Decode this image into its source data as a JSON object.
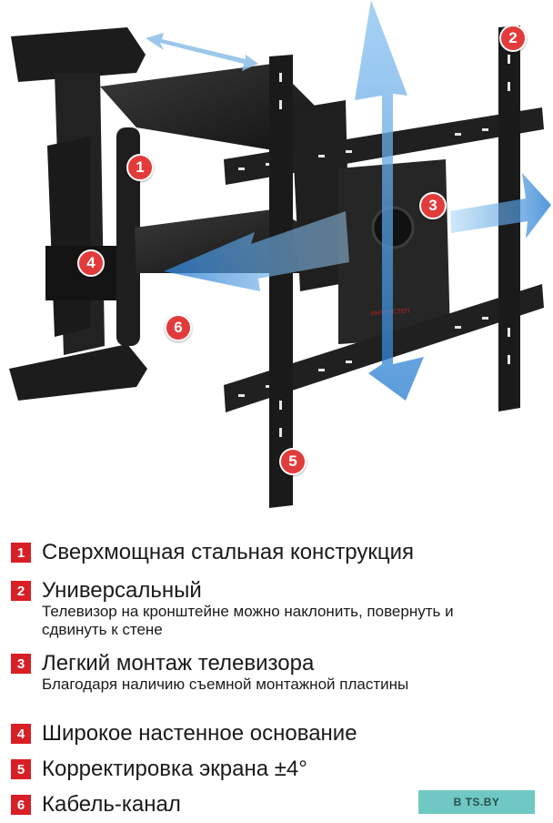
{
  "figure": {
    "callouts": [
      "1",
      "2",
      "3",
      "4",
      "5",
      "6"
    ],
    "plate_logo": "ИНТЕРСТЕП"
  },
  "features": [
    {
      "number": "1",
      "title": "Сверхмощная стальная конструкция",
      "description": ""
    },
    {
      "number": "2",
      "title": "Универсальный",
      "description": "Телевизор на кронштейне можно наклонить, повернуть и сдвинуть к стене"
    },
    {
      "number": "3",
      "title": "Легкий монтаж телевизора",
      "description": "Благодаря наличию съемной монтажной пластины"
    },
    {
      "number": "4",
      "title": "Широкое настенное основание",
      "description": ""
    },
    {
      "number": "5",
      "title": "Корректировка экрана ±4°",
      "description": ""
    },
    {
      "number": "6",
      "title": "Кабель-канал",
      "description": ""
    }
  ],
  "watermark": {
    "text": "B TS.BY"
  },
  "colors": {
    "accent_red": "#d91f26",
    "callout_red": "#e23b3b",
    "arrow_blue": "#3a8fd8",
    "badge_teal": "#6fc8c3"
  }
}
